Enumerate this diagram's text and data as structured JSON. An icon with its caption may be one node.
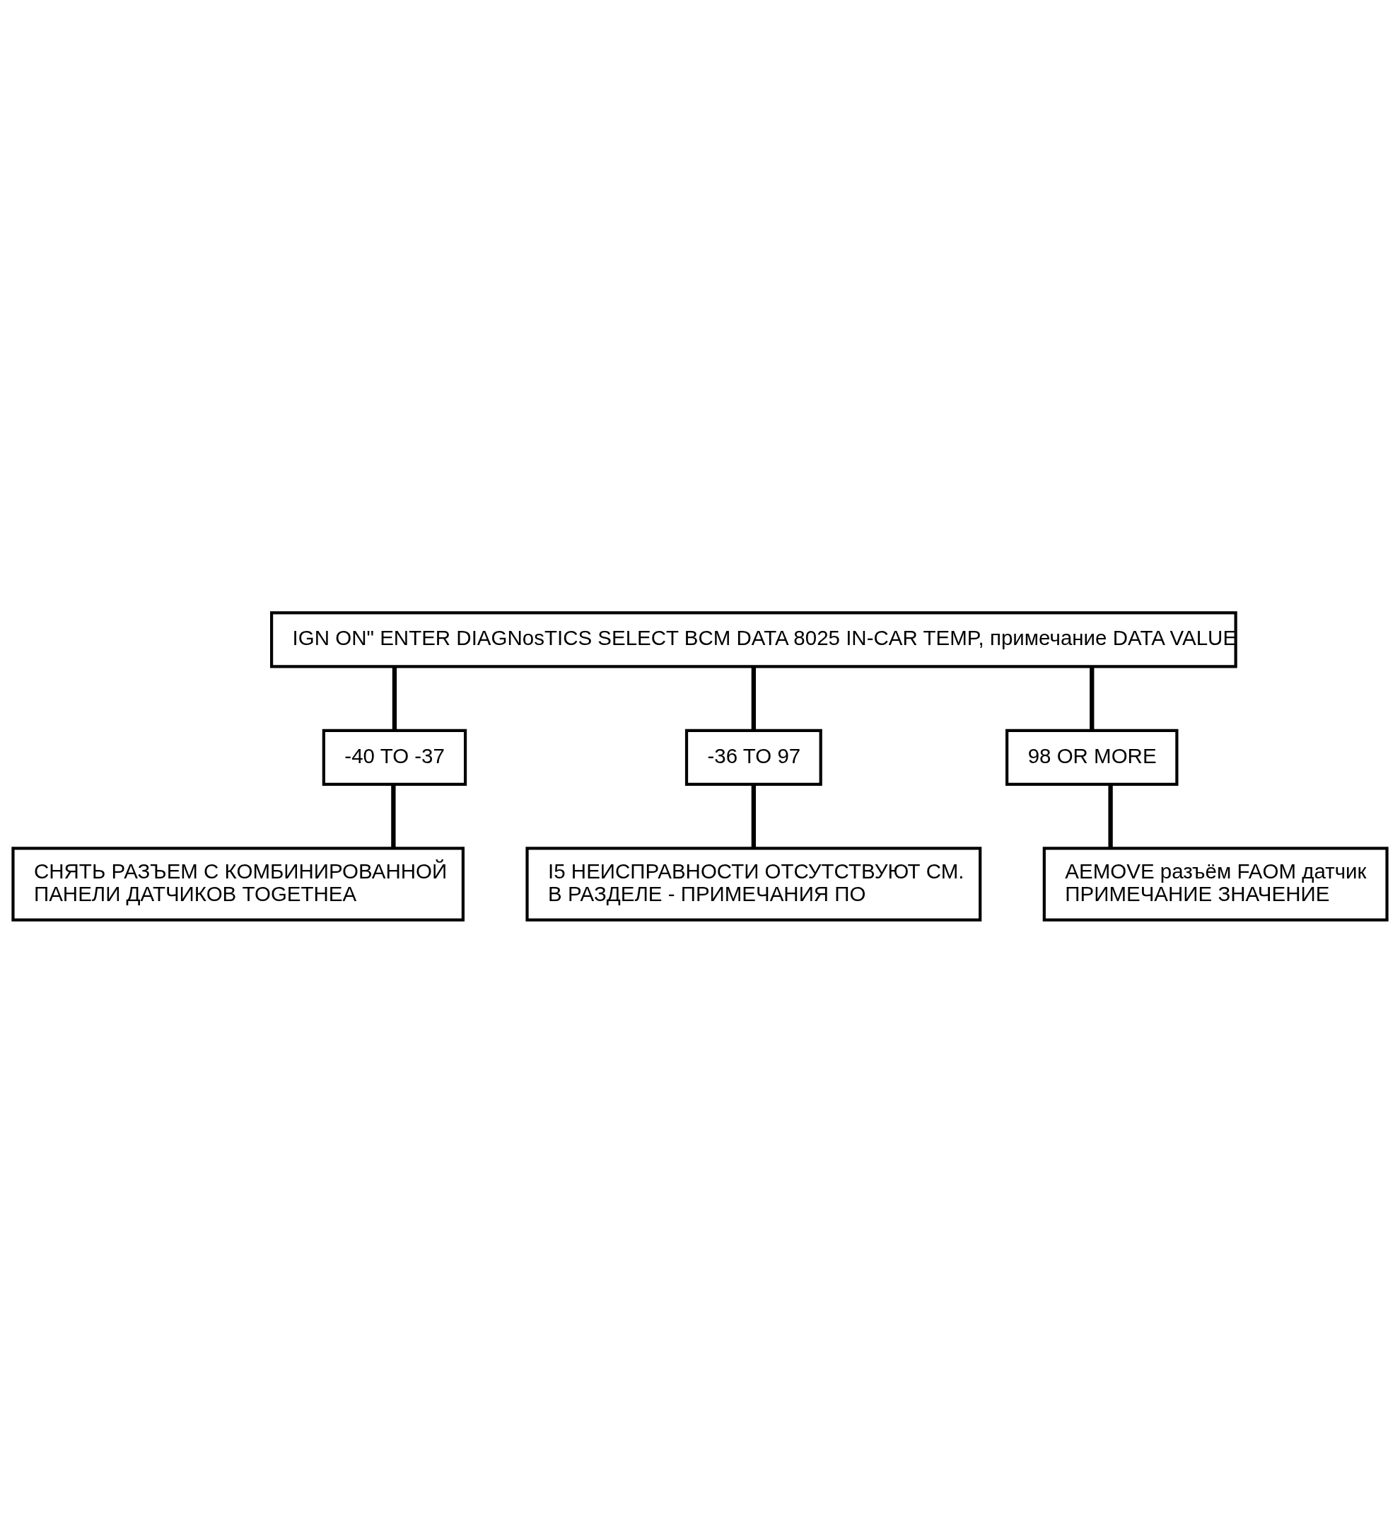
{
  "diagram": {
    "nodes": [
      {
        "text": [
          "IGN ON\" ENTER DIAGNosTICS SELECT BCM DATA 8025 IN-CAR TEMP, примечание DATA VALUE"
        ]
      },
      {
        "text": [
          "-40 TO -37"
        ]
      },
      {
        "text": [
          "-36 TO 97"
        ]
      },
      {
        "text": [
          "98 OR MORE"
        ]
      },
      {
        "text": [
          "СНЯТЬ РАЗЪЕМ С КОМБИНИРОВАННОЙ ПАНЕЛИ ДАТЧИКОВ TOGETHEA"
        ]
      },
      {
        "text": [
          "I5 НЕИСПРАВНОСТИ ОТСУТСТВУЮТ СМ. В РАЗДЕЛЕ - ПРИМЕЧАНИЯ ПО"
        ]
      },
      {
        "text": [
          "AEMOVE разъём FAOM датчик ПРИМЕЧАНИЕ ЗНАЧЕНИЕ"
        ]
      }
    ],
    "edges": [
      {
        "from": 0,
        "to": 1,
        "arrow": "none"
      },
      {
        "from": 0,
        "to": 2,
        "arrow": "none"
      },
      {
        "from": 0,
        "to": 3,
        "arrow": "none"
      },
      {
        "from": 1,
        "to": 4,
        "arrow": "none"
      },
      {
        "from": 2,
        "to": 5,
        "arrow": "none"
      },
      {
        "from": 3,
        "to": 6,
        "arrow": "none"
      }
    ]
  }
}
